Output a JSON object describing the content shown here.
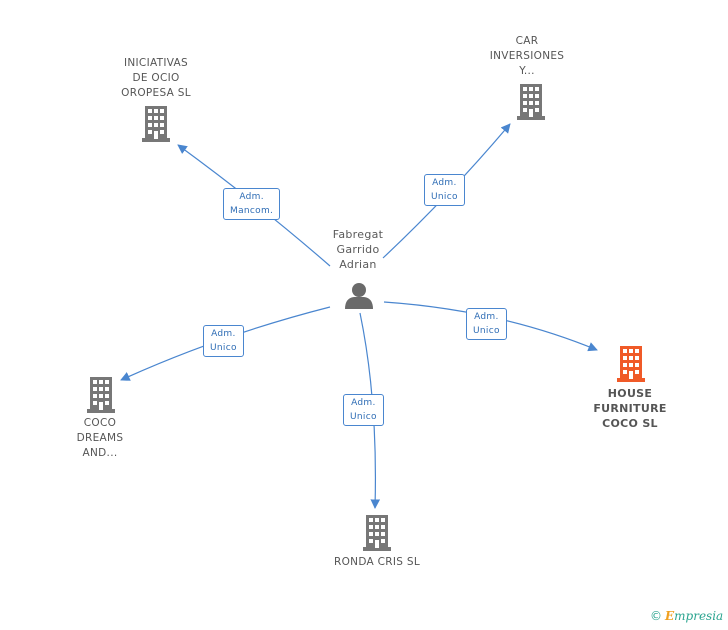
{
  "nodes": {
    "person": {
      "lines": [
        "Fabregat",
        "Garrido",
        "Adrian"
      ],
      "icon": "person-icon"
    },
    "iniciativas": {
      "lines": [
        "INICIATIVAS",
        "DE OCIO",
        "OROPESA SL"
      ],
      "icon": "building-icon"
    },
    "car": {
      "lines": [
        "CAR",
        "INVERSIONES",
        "Y..."
      ],
      "icon": "building-icon"
    },
    "house": {
      "lines": [
        "HOUSE",
        "FURNITURE",
        "COCO SL"
      ],
      "icon": "building-icon"
    },
    "coco": {
      "lines": [
        "COCO",
        "DREAMS",
        "AND..."
      ],
      "icon": "building-icon"
    },
    "ronda": {
      "lines": [
        "RONDA CRIS SL"
      ],
      "icon": "building-icon"
    }
  },
  "edges": {
    "iniciativas": [
      "Adm.",
      "Mancom."
    ],
    "car": [
      "Adm.",
      "Unico"
    ],
    "house": [
      "Adm.",
      "Unico"
    ],
    "coco": [
      "Adm.",
      "Unico"
    ],
    "ronda": [
      "Adm.",
      "Unico"
    ]
  },
  "colors": {
    "edge": "#4a86cf",
    "building": "#777777",
    "building_highlight": "#f05a28",
    "person": "#6a6a6a"
  },
  "footer": {
    "copyright": "©",
    "brand_initial": "E",
    "brand_rest": "mpresia"
  }
}
